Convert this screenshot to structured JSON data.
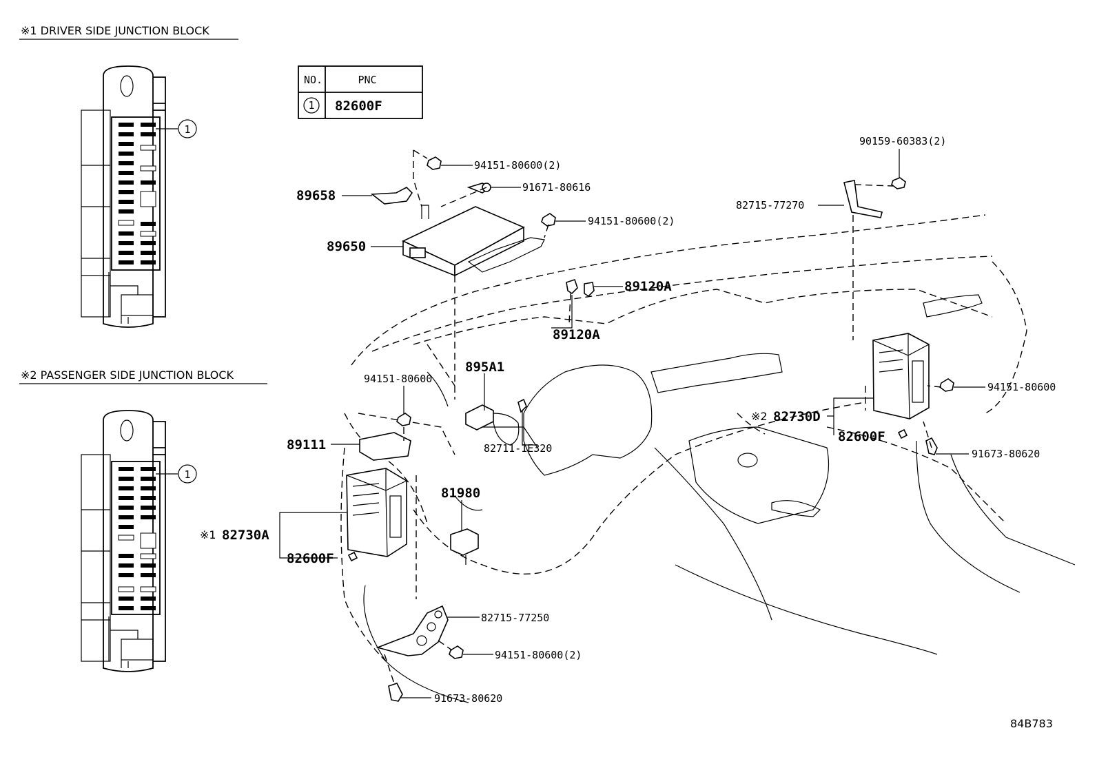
{
  "titles": {
    "driver_block": "※1 DRIVER SIDE JUNCTION BLOCK",
    "passenger_block": "※2 PASSENGER SIDE JUNCTION BLOCK"
  },
  "pnc_table": {
    "col_no": "NO.",
    "col_pnc": "PNC",
    "row_no": "1",
    "row_pnc": "82600F"
  },
  "callouts": {
    "driver_fuse_ref": "1",
    "passenger_fuse_ref": "1"
  },
  "parts": {
    "p94151_80600_2_a": "94151-80600(2)",
    "p91671_80616": "91671-80616",
    "p89658": "89658",
    "p94151_80600_2_b": "94151-80600(2)",
    "p89650": "89650",
    "p90159_60383_2": "90159-60383(2)",
    "p82715_77270": "82715-77270",
    "p89120A_top": "89120A",
    "p89120A_bottom": "89120A",
    "p895A1": "895A1",
    "p94151_80600_left": "94151-80600",
    "p89111": "89111",
    "p82711_1E320": "82711-1E320",
    "p81980": "81980",
    "p82730A_mark": "※1",
    "p82730A": "82730A",
    "p82600F_left": "82600F",
    "p82730D_mark": "※2",
    "p82730D": "82730D",
    "p82600F_right": "82600F",
    "p94151_80600_right": "94151-80600",
    "p91673_80620_right": "91673-80620",
    "p82715_77250": "82715-77250",
    "p94151_80600_2_c": "94151-80600(2)",
    "p91673_80620_bottom": "91673-80620"
  },
  "diagram_code": "84B783"
}
